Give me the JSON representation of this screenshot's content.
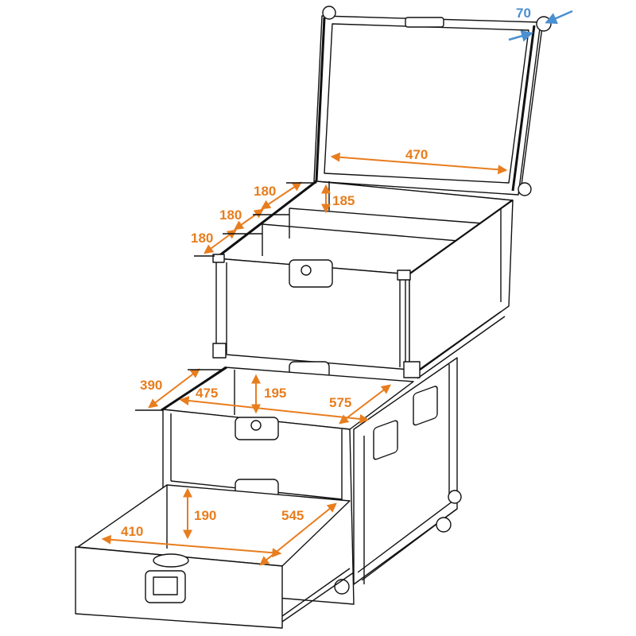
{
  "diagram": {
    "subject": "Flight case with lid, two compartments and pull-out drawer",
    "colors": {
      "dimension": "#e87d1e",
      "lid_thickness": "#4a8fd0",
      "outline": "#111111"
    },
    "dimensions": {
      "lid_thickness": "70",
      "lid_inner_width": "470",
      "compartment_1_depth": "180",
      "compartment_2_depth": "180",
      "compartment_3_depth": "180",
      "top_compartment_height": "185",
      "middle_depth": "390",
      "middle_width": "475",
      "middle_height": "195",
      "middle_length": "575",
      "drawer_height": "190",
      "drawer_width": "410",
      "drawer_depth": "545"
    }
  }
}
